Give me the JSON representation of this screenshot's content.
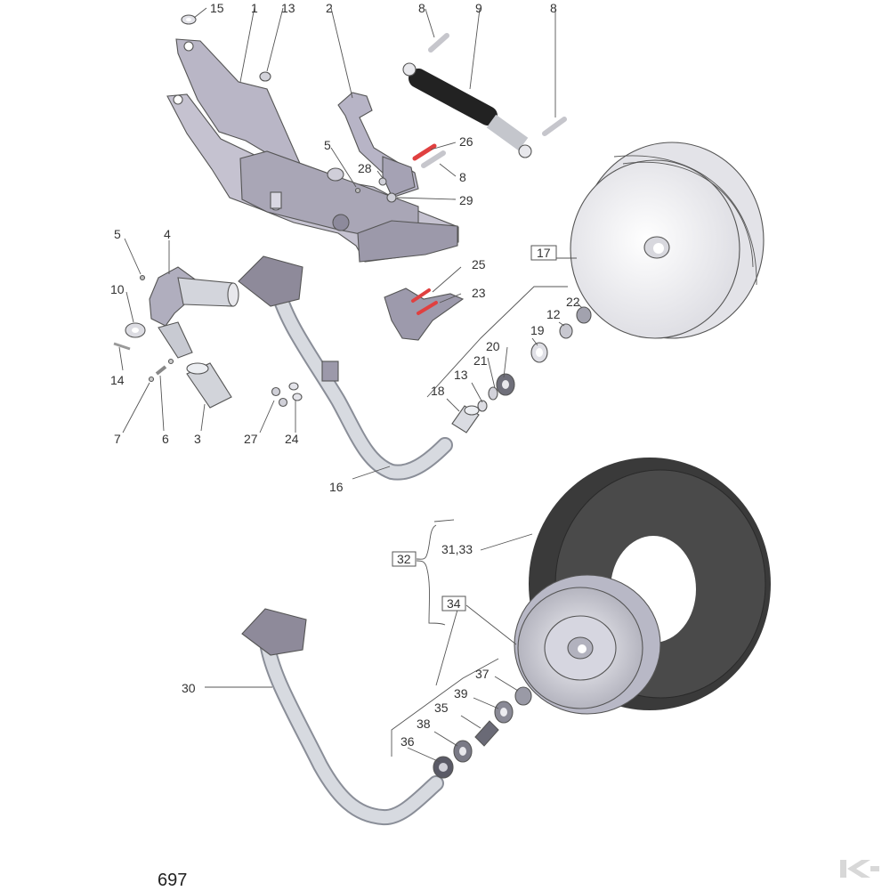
{
  "callouts": {
    "c1": "1",
    "c2": "2",
    "c3": "3",
    "c4": "4",
    "c5a": "5",
    "c5b": "5",
    "c6": "6",
    "c7": "7",
    "c8a": "8",
    "c8b": "8",
    "c8c": "8",
    "c9": "9",
    "c10": "10",
    "c12": "12",
    "c13a": "13",
    "c13b": "13",
    "c14": "14",
    "c15": "15",
    "c16": "16",
    "c17": "17",
    "c18": "18",
    "c19": "19",
    "c20": "20",
    "c21": "21",
    "c22": "22",
    "c23": "23",
    "c24": "24",
    "c25": "25",
    "c26": "26",
    "c27": "27",
    "c28": "28",
    "c29": "29",
    "c30": "30",
    "c31_33": "31,33",
    "c32": "32",
    "c34": "34",
    "c35": "35",
    "c36": "36",
    "c37": "37",
    "c38": "38",
    "c39": "39"
  },
  "page_number": "697",
  "colors": {
    "bracket_metal": "#b9b6c6",
    "tube_metal": "#c9ccd3",
    "rubber": "#3a3a3a",
    "highlight_bolt": "#e04040",
    "wheel_white": "#f2f2f4",
    "logo": "#d8d8d8"
  },
  "icons": {
    "brand_logo": "k-logo-icon"
  }
}
